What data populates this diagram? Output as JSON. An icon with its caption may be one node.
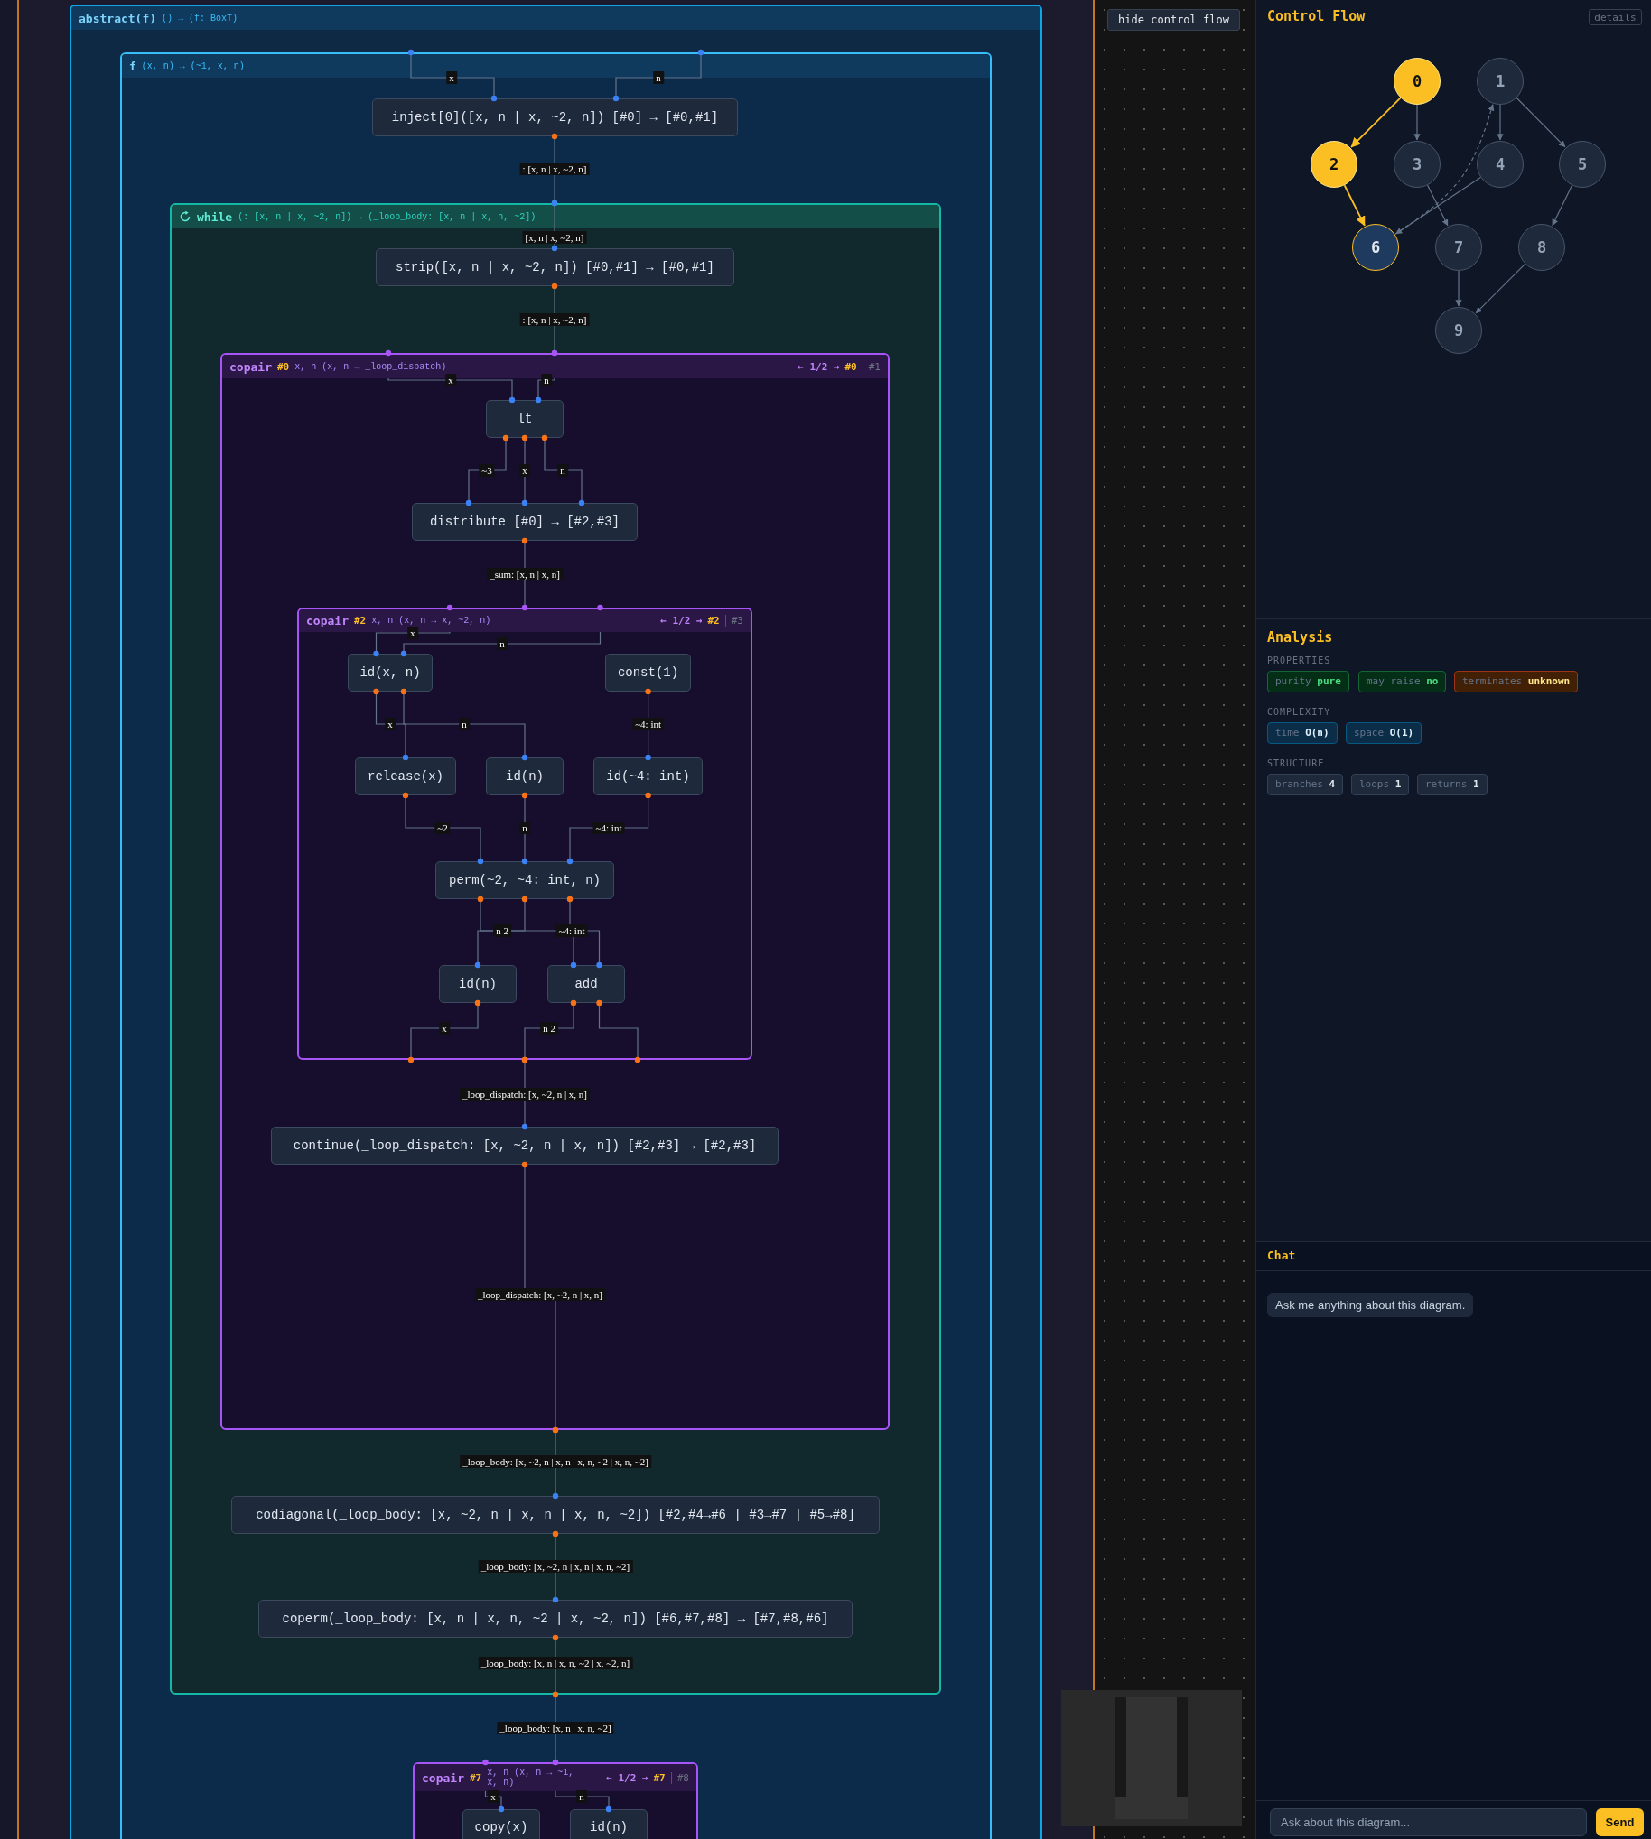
{
  "diagram": {
    "nodes": [
      {
        "text": [
          "abstract(f)",
          "() → (f: BoxT)"
        ]
      },
      {
        "text": [
          "f",
          "(x, n) → (~1, x, n)"
        ],
        "in": 0
      },
      {
        "text": [
          "inject[0]([x, n | x, ~2, n]) [#0] → [#0,#1]"
        ],
        "in": 1
      },
      {
        "text": [
          "while",
          "(: [x, n | x, ~2, n]) → (_loop_body: [x, n | x, n, ~2])"
        ],
        "in": 1
      },
      {
        "text": [
          "strip([x, n | x, ~2, n]) [#0,#1] → [#0,#1]"
        ],
        "in": 3
      },
      {
        "text": [
          "copair",
          "#0",
          "x, n (x, n → _loop_dispatch)",
          "← 1/2 →",
          "#0",
          "#1"
        ],
        "in": 3
      },
      {
        "text": [
          "lt"
        ],
        "in": 5
      },
      {
        "text": [
          "distribute [#0] → [#2,#3]"
        ],
        "in": 5
      },
      {
        "text": [
          "copair",
          "#2",
          "x, n (x, n → x, ~2, n)",
          "← 1/2 →",
          "#2",
          "#3"
        ],
        "in": 5
      },
      {
        "text": [
          "id(x, n)"
        ],
        "in": 8
      },
      {
        "text": [
          "const(1)"
        ],
        "in": 8
      },
      {
        "text": [
          "release(x)"
        ],
        "in": 8
      },
      {
        "text": [
          "id(n)"
        ],
        "in": 8
      },
      {
        "text": [
          "id(~4: int)"
        ],
        "in": 8
      },
      {
        "text": [
          "perm(~2, ~4: int, n)"
        ],
        "in": 8
      },
      {
        "text": [
          "id(n)"
        ],
        "in": 8
      },
      {
        "text": [
          "add"
        ],
        "in": 8
      },
      {
        "text": [
          "continue(_loop_dispatch: [x, ~2, n | x, n]) [#2,#3] → [#2,#3]"
        ],
        "in": 5
      },
      {
        "text": [
          "codiagonal(_loop_body: [x, ~2, n | x, n | x, n, ~2]) [#2,#4→#6 | #3→#7 | #5→#8]"
        ],
        "in": 3
      },
      {
        "text": [
          "coperm(_loop_body: [x, n | x, n, ~2 | x, ~2, n]) [#6,#7,#8] → [#7,#8,#6]"
        ],
        "in": 3
      },
      {
        "text": [
          "copair",
          "#7",
          "x, n (x, n → ~1, x, n)",
          "← 1/2 →",
          "#7",
          "#8"
        ],
        "in": 1
      },
      {
        "text": [
          "copy(x)"
        ],
        "in": 20
      },
      {
        "text": [
          "id(n)"
        ],
        "in": 20
      },
      {
        "text": [
          "0"
        ]
      },
      {
        "text": [
          "1"
        ]
      },
      {
        "text": [
          "2"
        ]
      },
      {
        "text": [
          "3"
        ]
      },
      {
        "text": [
          "4"
        ]
      },
      {
        "text": [
          "5"
        ]
      },
      {
        "text": [
          "6"
        ]
      },
      {
        "text": [
          "7"
        ]
      },
      {
        "text": [
          "8"
        ]
      },
      {
        "text": [
          "9"
        ]
      }
    ],
    "edges": [
      {
        "from": 1,
        "to": 2,
        "arrow": "none",
        "label": "x"
      },
      {
        "from": 1,
        "to": 2,
        "arrow": "none",
        "label": "n"
      },
      {
        "from": 2,
        "to": 3,
        "arrow": "none",
        "label": ": [x, n | x, ~2, n]"
      },
      {
        "from": 3,
        "to": 4,
        "arrow": "none",
        "label": "[x, n | x, ~2, n]"
      },
      {
        "from": 4,
        "to": 5,
        "arrow": "none",
        "label": ": [x, n | x, ~2, n]"
      },
      {
        "from": 5,
        "to": 6,
        "arrow": "none",
        "label": "x"
      },
      {
        "from": 5,
        "to": 6,
        "arrow": "none",
        "label": "n"
      },
      {
        "from": 6,
        "to": 7,
        "arrow": "none",
        "label": "~3"
      },
      {
        "from": 6,
        "to": 7,
        "arrow": "none",
        "label": "x"
      },
      {
        "from": 6,
        "to": 7,
        "arrow": "none",
        "label": "n"
      },
      {
        "from": 7,
        "to": 8,
        "arrow": "none",
        "label": "_sum: [x, n | x, n]"
      },
      {
        "from": 8,
        "to": 9,
        "arrow": "none",
        "label": "x"
      },
      {
        "from": 8,
        "to": 9,
        "arrow": "none",
        "label": "n"
      },
      {
        "from": 9,
        "to": 11,
        "arrow": "none",
        "label": "x"
      },
      {
        "from": 9,
        "to": 12,
        "arrow": "none",
        "label": "n"
      },
      {
        "from": 10,
        "to": 13,
        "arrow": "none",
        "label": "~4: int"
      },
      {
        "from": 11,
        "to": 14,
        "arrow": "none",
        "label": "~2"
      },
      {
        "from": 12,
        "to": 14,
        "arrow": "none",
        "label": "n"
      },
      {
        "from": 13,
        "to": 14,
        "arrow": "none",
        "label": "~4: int"
      },
      {
        "from": 14,
        "to": 15,
        "arrow": "none",
        "label": "n 2"
      },
      {
        "from": 14,
        "to": 16,
        "arrow": "none",
        "label": "~4: int"
      },
      {
        "from": 14,
        "to": 16,
        "arrow": "none"
      },
      {
        "from": 15,
        "to": 8,
        "arrow": "none",
        "label": "x"
      },
      {
        "from": 16,
        "to": 8,
        "arrow": "none",
        "label": "n 2"
      },
      {
        "from": 16,
        "to": 8,
        "arrow": "none"
      },
      {
        "from": 8,
        "to": 17,
        "arrow": "none",
        "label": "_loop_dispatch: [x, ~2, n | x, n]"
      },
      {
        "from": 17,
        "to": 5,
        "arrow": "none",
        "label": "_loop_dispatch: [x, ~2, n | x, n]"
      },
      {
        "from": 5,
        "to": 18,
        "arrow": "none",
        "label": "_loop_body: [x, ~2, n | x, n | x, n, ~2 | x, n, ~2]"
      },
      {
        "from": 18,
        "to": 19,
        "arrow": "none",
        "label": "_loop_body: [x, ~2, n | x, n | x, n, ~2]"
      },
      {
        "from": 19,
        "to": 3,
        "arrow": "none",
        "label": "_loop_body: [x, n | x, n, ~2 | x, ~2, n]"
      },
      {
        "from": 3,
        "to": 20,
        "arrow": "none",
        "label": "_loop_body: [x, n | x, n, ~2]"
      },
      {
        "from": 20,
        "to": 21,
        "arrow": "none",
        "label": "x"
      },
      {
        "from": 20,
        "to": 22,
        "arrow": "none",
        "label": "n"
      },
      {
        "from": 23,
        "to": 25,
        "arrow": "to",
        "color": "#fbbf24"
      },
      {
        "from": 23,
        "to": 26,
        "arrow": "to"
      },
      {
        "from": 24,
        "to": 27,
        "arrow": "to"
      },
      {
        "from": 24,
        "to": 28,
        "arrow": "to"
      },
      {
        "from": 25,
        "to": 29,
        "arrow": "to",
        "color": "#fbbf24"
      },
      {
        "from": 26,
        "to": 30,
        "arrow": "to"
      },
      {
        "from": 27,
        "to": 29,
        "arrow": "to"
      },
      {
        "from": 28,
        "to": 31,
        "arrow": "to"
      },
      {
        "from": 29,
        "to": 24,
        "arrow": "to",
        "style": "dashed"
      },
      {
        "from": 30,
        "to": 32,
        "arrow": "to"
      },
      {
        "from": 31,
        "to": 32,
        "arrow": "to"
      }
    ],
    "labels": [
      "hide control flow",
      "Control Flow",
      "details",
      "Analysis",
      "PROPERTIES",
      "purity **pure**",
      "may raise **no**",
      "terminates **unknown**",
      "COMPLEXITY",
      "time **O(n)**",
      "space **O(1)**",
      "STRUCTURE",
      "branches **4**",
      "loops **1**",
      "returns **1**",
      "Chat",
      "Ask me anything about this diagram.",
      "Ask about this diagram...",
      "Send"
    ]
  }
}
